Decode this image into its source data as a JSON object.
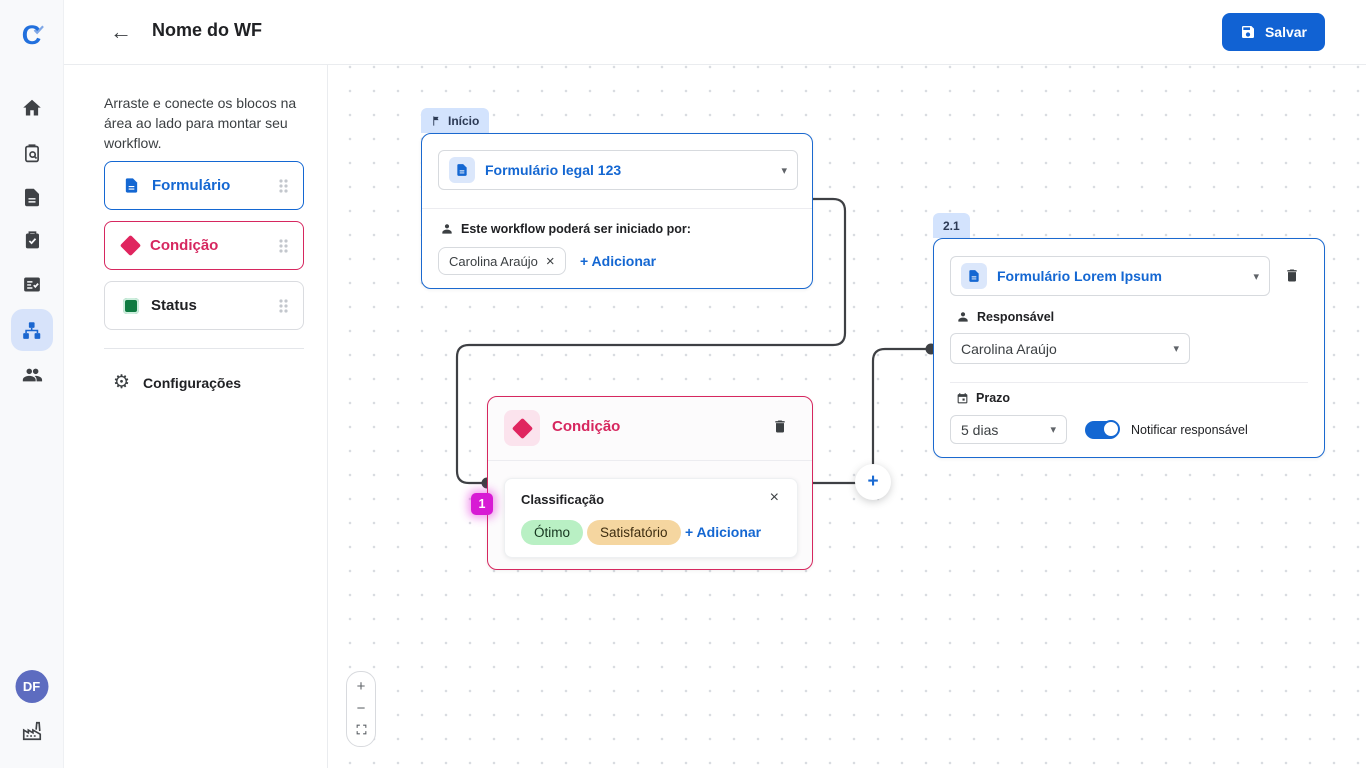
{
  "app": {
    "logo_letter": "C"
  },
  "header": {
    "title": "Nome do WF",
    "save_label": "Salvar"
  },
  "rail": {
    "avatar_initials": "DF"
  },
  "sidebar": {
    "instruction": "Arraste e conecte os blocos na área ao lado para montar seu workflow.",
    "blocks": [
      {
        "label": "Formulário",
        "color": "#1467d2"
      },
      {
        "label": "Condição",
        "color": "#d6275f"
      },
      {
        "label": "Status",
        "color": "#0f7b41"
      }
    ],
    "settings_label": "Configurações"
  },
  "canvas": {
    "start_node": {
      "tab": "Início",
      "form_select": "Formulário legal 123",
      "initiators_label": "Este workflow poderá ser iniciado por:",
      "chip": "Carolina Araújo",
      "add_label": "+ Adicionar"
    },
    "condition_node": {
      "title": "Condição",
      "card_title": "Classificação",
      "tags": [
        {
          "label": "Ótimo",
          "bg": "#b9f0c4"
        },
        {
          "label": "Satisfatório",
          "bg": "#f5d6a0"
        }
      ],
      "add_label": "+ Adicionar",
      "badge": "1"
    },
    "task_node": {
      "tab": "2.1",
      "form_select": "Formulário Lorem Ipsum",
      "responsible_label": "Responsável",
      "responsible_value": "Carolina Araújo",
      "deadline_label": "Prazo",
      "deadline_value": "5 dias",
      "notify_label": "Notificar responsável",
      "notify_on": true
    }
  },
  "icons": {
    "back": "←",
    "chevron_down": "▾",
    "close": "×",
    "plus": "+",
    "minus": "−",
    "gear": "⚙"
  },
  "colors": {
    "primary_blue": "#1467d2",
    "save_button_blue": "#1162d3",
    "tab_light_blue": "#d3e3fd",
    "crimson": "#d6275f",
    "magenta_badge": "#d71bd4",
    "status_green": "#0f7b41",
    "tag_green_bg": "#b9f0c4",
    "tag_orange_bg": "#f5d6a0",
    "wire_gray": "#3e4044",
    "avatar_indigo": "#5d6cc0"
  }
}
